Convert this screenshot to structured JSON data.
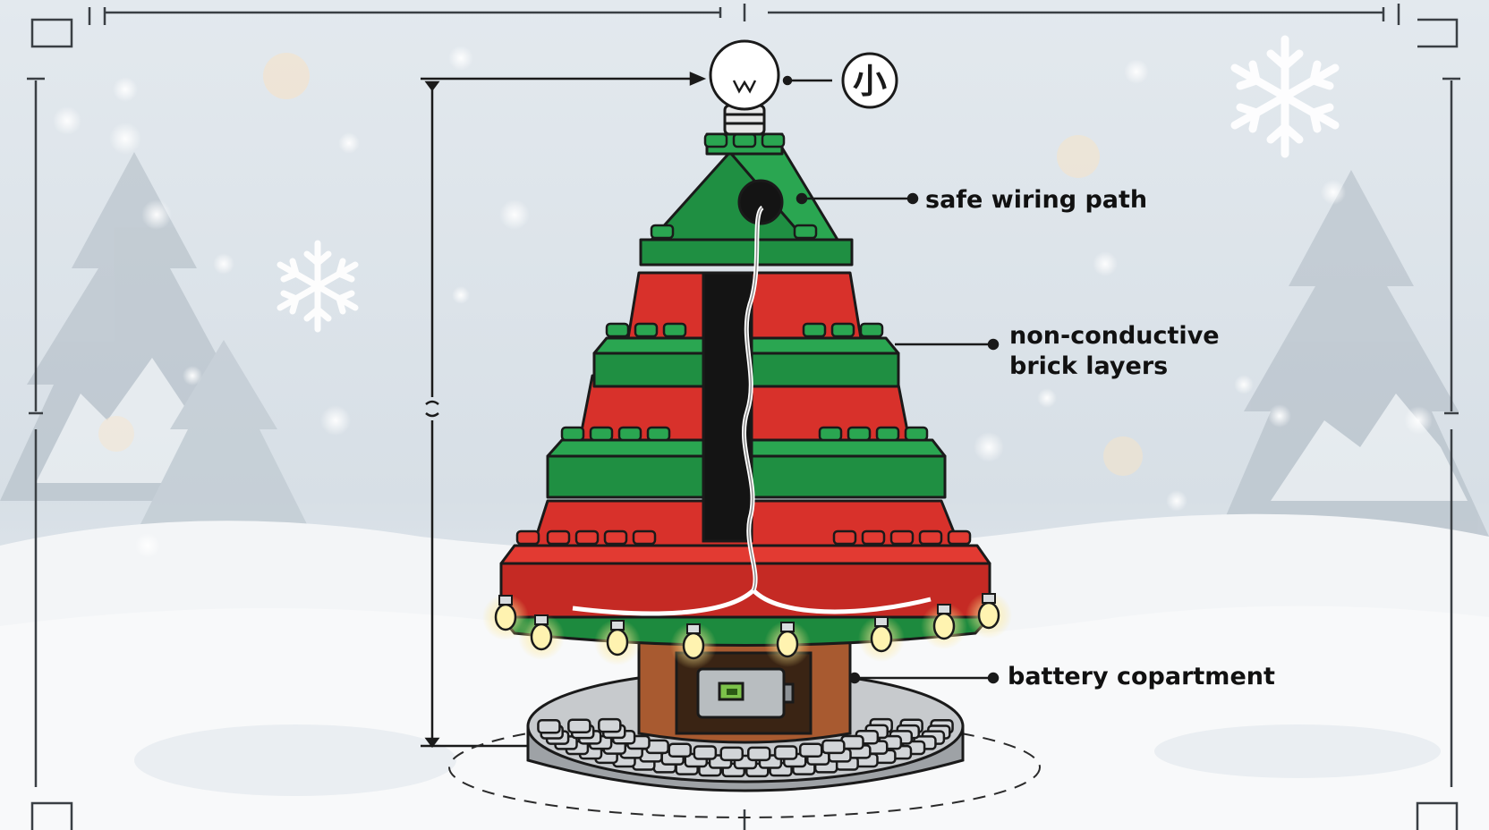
{
  "callouts": {
    "top_symbol": "小",
    "wiring": "safe wiring path",
    "layers_line1": "non-conductive",
    "layers_line2": "brick layers",
    "battery": "battery copartment"
  },
  "colors": {
    "sky": "#dfe6ec",
    "snow": "#f4f6f8",
    "green": "#1f8f42",
    "red": "#d8312b",
    "base_gray": "#b9bcbf",
    "trunk_brown": "#a0522d",
    "outline": "#1a1a1a",
    "light_glow": "#ffe9a0"
  },
  "icons": [
    "bulb-icon",
    "snowflake-icon",
    "battery-icon",
    "fairy-light-icon"
  ]
}
